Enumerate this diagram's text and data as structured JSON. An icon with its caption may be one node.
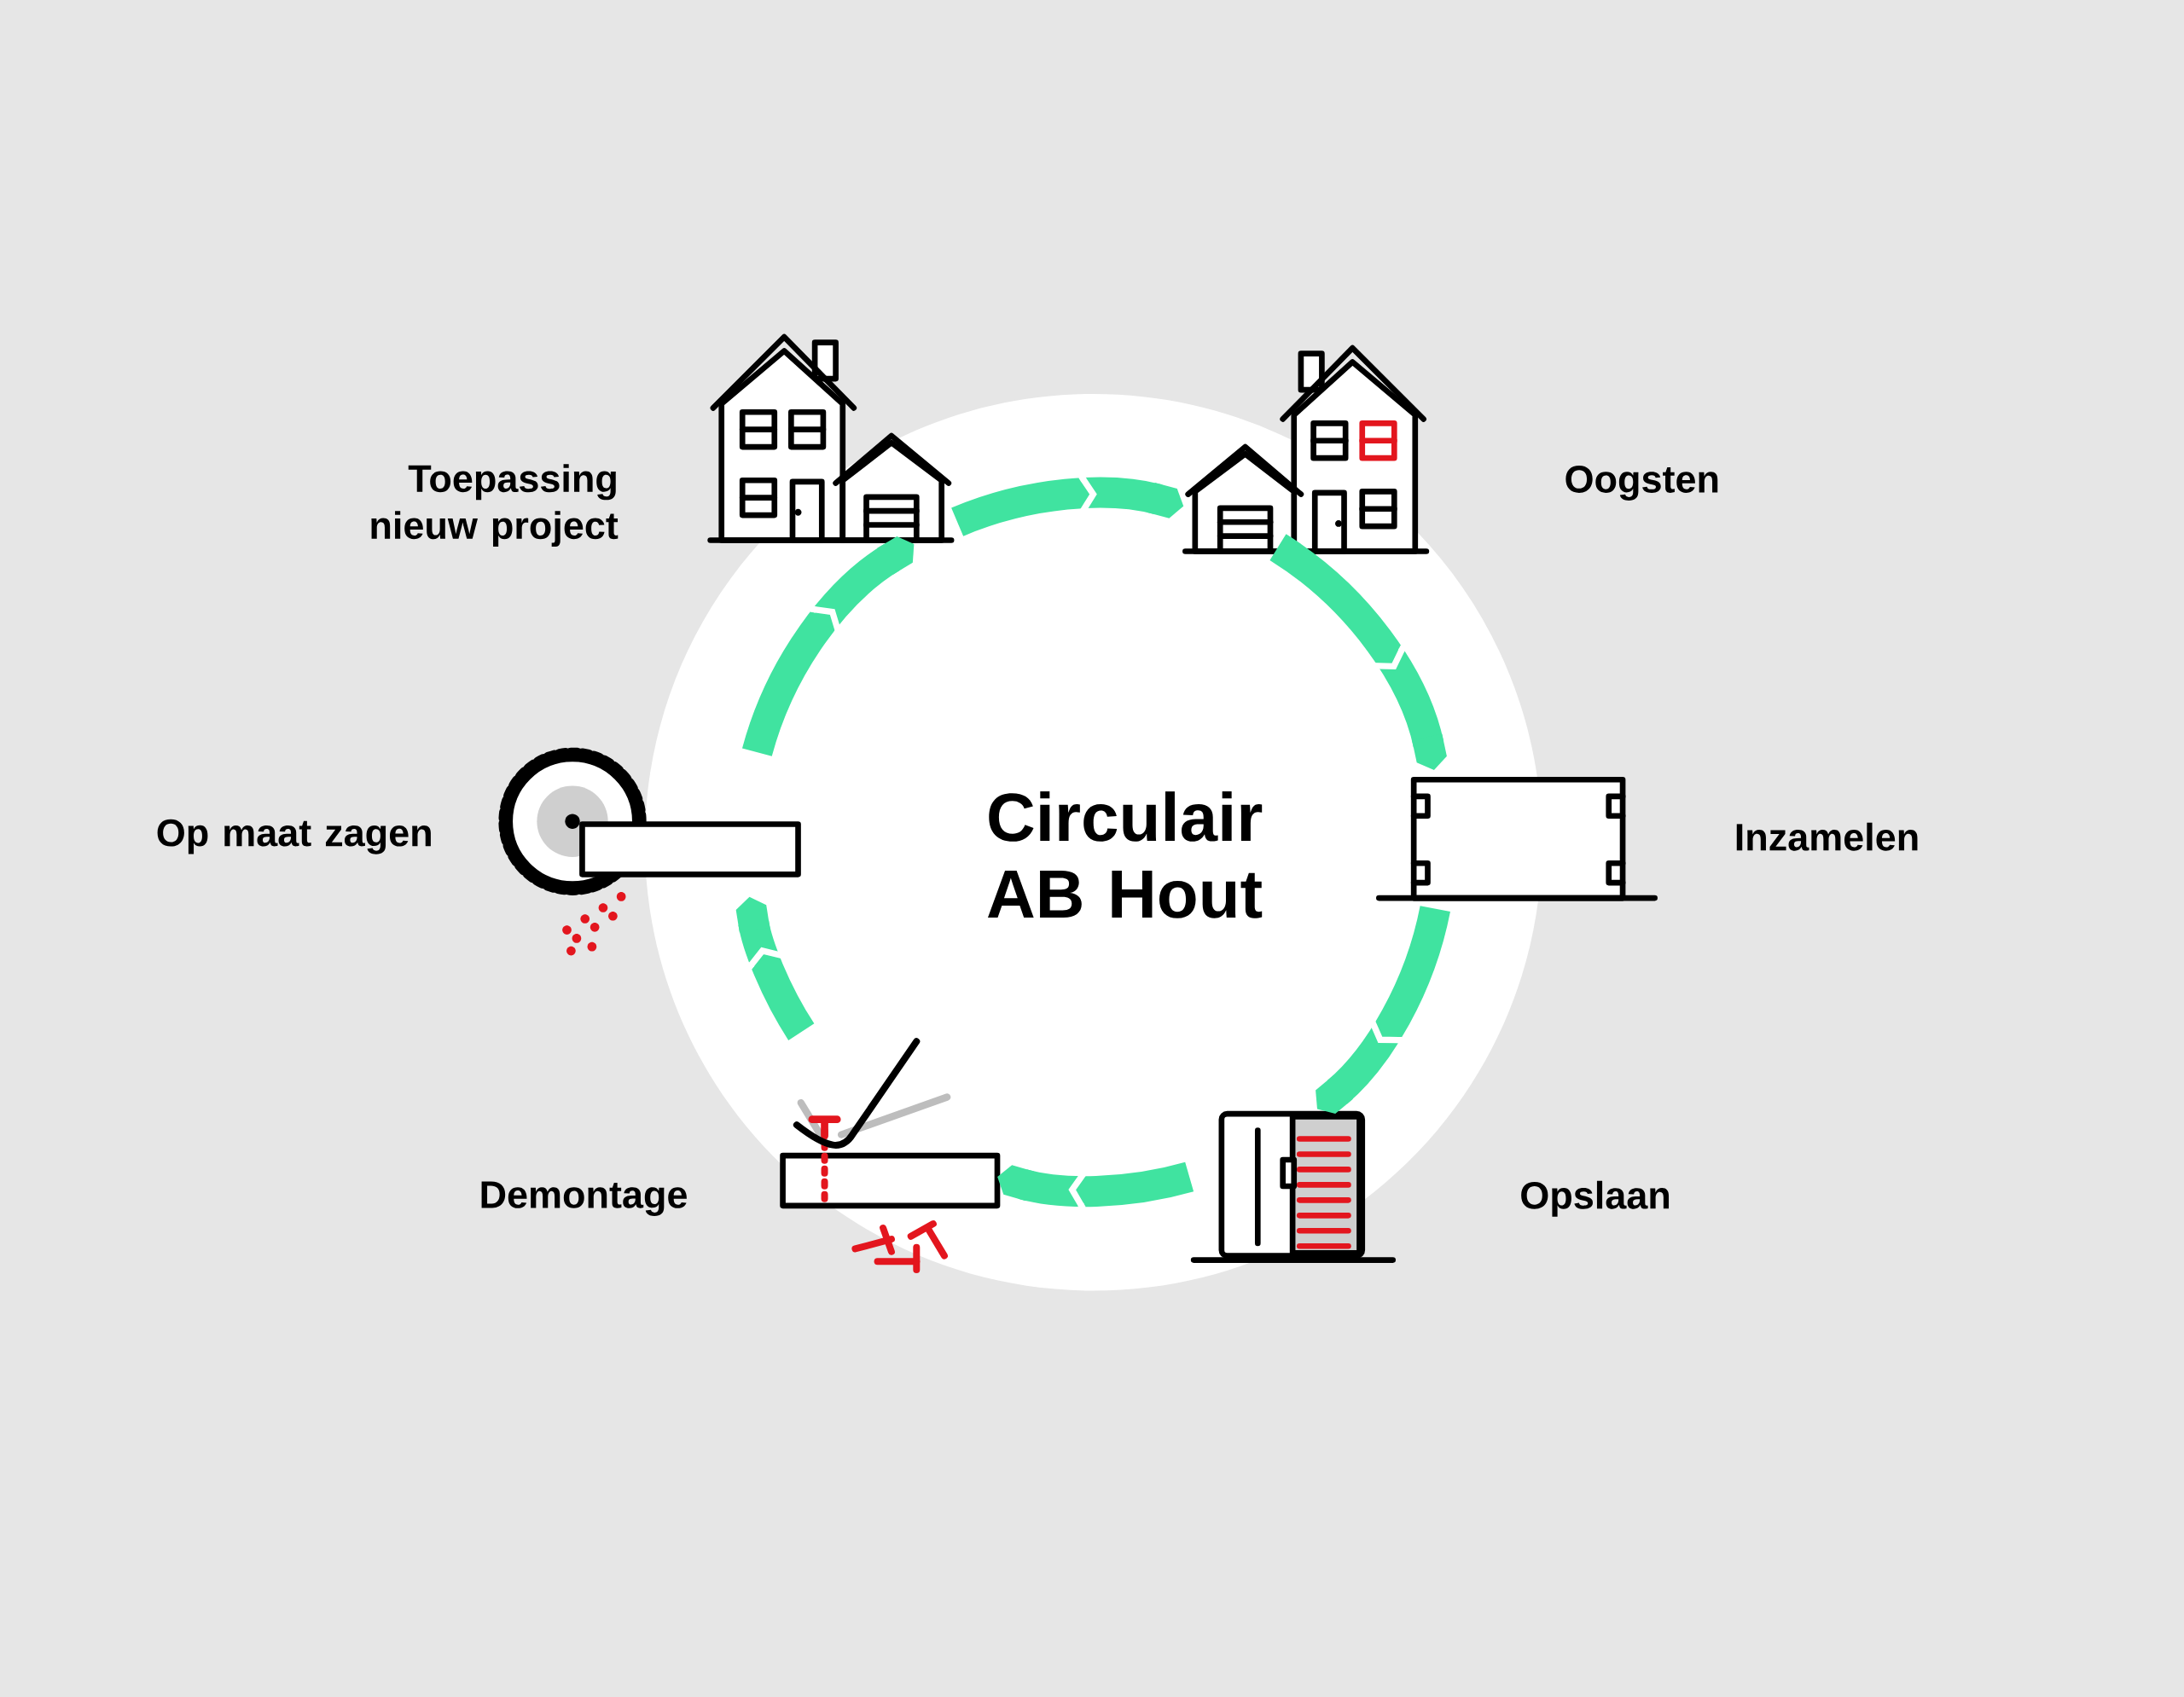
{
  "diagram": {
    "title": "Circulair AB Hout",
    "nodes": [
      {
        "text": [],
        "shape": "picture",
        "beside": [
          "Toepassing nieuw project"
        ]
      },
      {
        "text": [],
        "shape": "picture",
        "beside": [
          "Oogsten"
        ]
      },
      {
        "text": [],
        "shape": "picture",
        "beside": [
          "Inzamelen"
        ]
      },
      {
        "text": [],
        "shape": "picture",
        "beside": [
          "Opslaan"
        ]
      },
      {
        "text": [],
        "shape": "picture",
        "beside": [
          "Demontage"
        ]
      },
      {
        "text": [],
        "shape": "picture",
        "beside": [
          "Op maat zagen"
        ]
      }
    ],
    "edges": [
      {
        "from": 0,
        "to": 1,
        "arrow": "to"
      },
      {
        "from": 1,
        "to": 2,
        "arrow": "to"
      },
      {
        "from": 2,
        "to": 3,
        "arrow": "to"
      },
      {
        "from": 3,
        "to": 4,
        "arrow": "to"
      },
      {
        "from": 4,
        "to": 5,
        "arrow": "to"
      },
      {
        "from": 5,
        "to": 0,
        "arrow": "to"
      }
    ]
  }
}
